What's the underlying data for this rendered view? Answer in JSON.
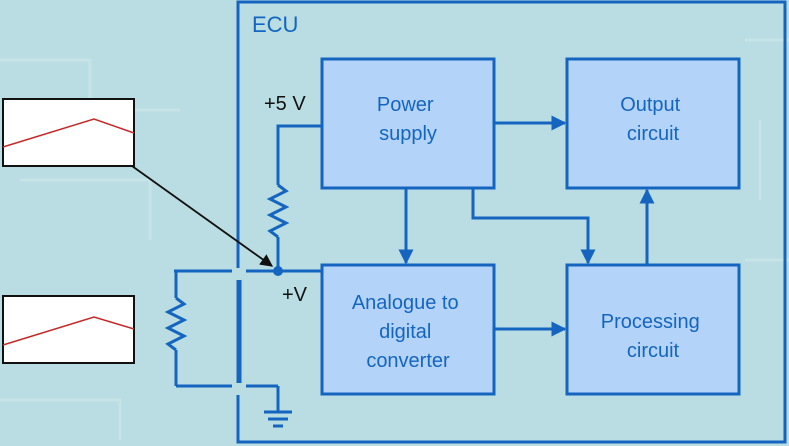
{
  "ecu_label": "ECU",
  "blocks": {
    "power_supply": [
      "Power",
      "supply"
    ],
    "output_circuit": [
      "Output",
      "circuit"
    ],
    "adc": [
      "Analogue to",
      "digital",
      "converter"
    ],
    "processing": [
      "Processing",
      "circuit"
    ]
  },
  "voltages": {
    "supply": "+5 V",
    "signal": "+V"
  },
  "colors": {
    "background": "#b9dde2",
    "block_fill": "#b3d4f8",
    "line_blue": "#1565c0",
    "graph_line": "#c62828"
  }
}
